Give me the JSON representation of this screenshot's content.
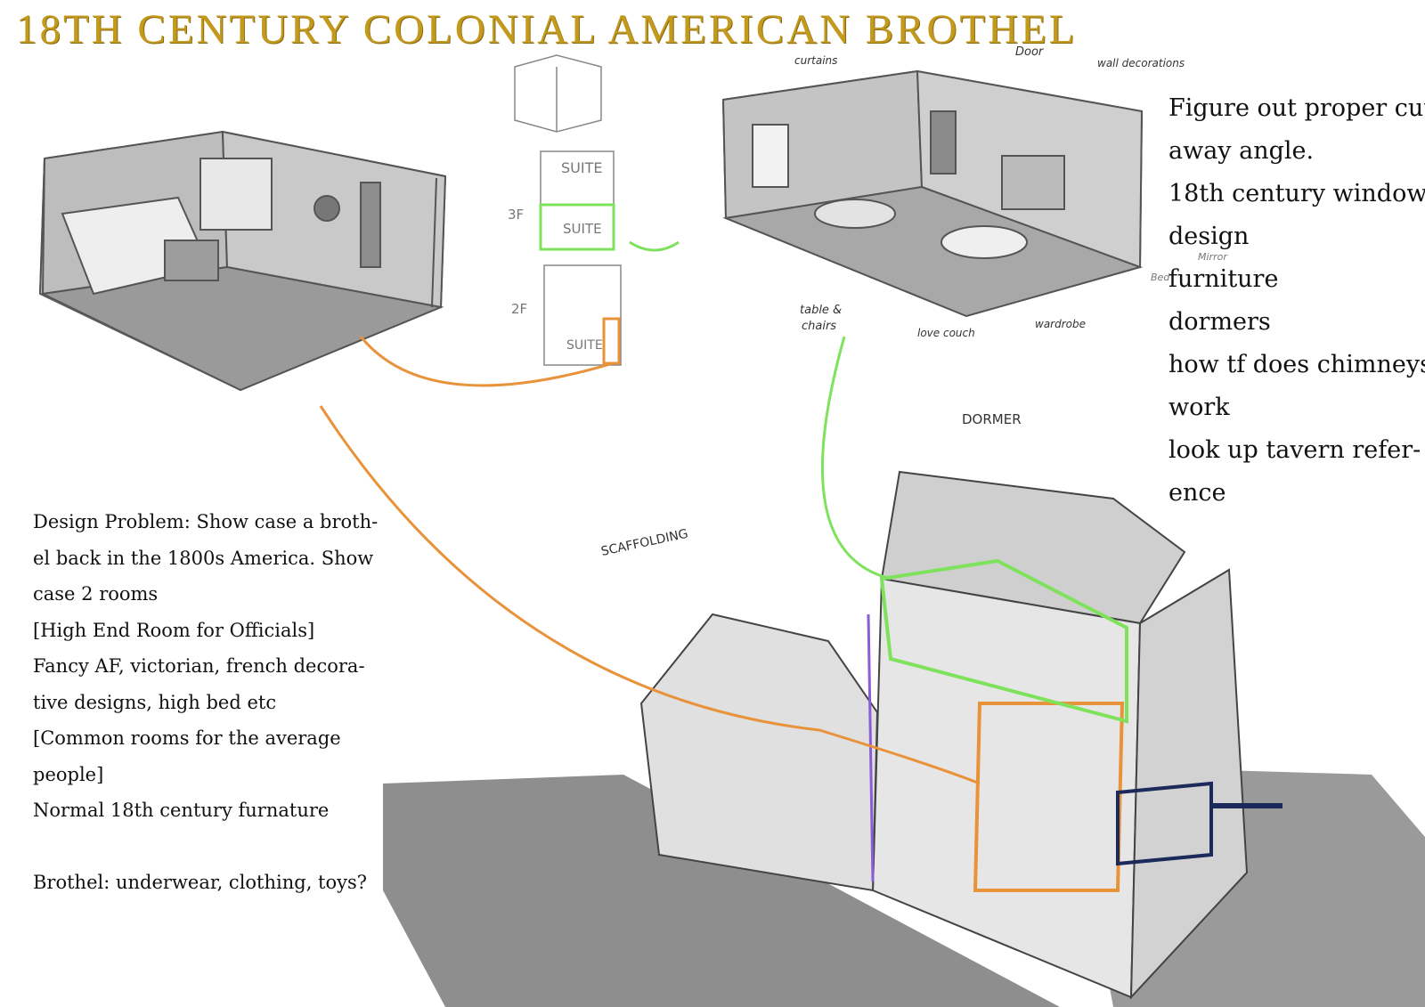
{
  "title": "18TH CENTURY COLONIAL AMERICAN BROTHEL",
  "notes_right": [
    "Figure out proper cut-",
    "away angle.",
    "18th century window",
    "design",
    "furniture",
    "dormers",
    "how tf does chimneys",
    "work",
    "look up tavern refer-",
    "ence"
  ],
  "notes_left": [
    "Design Problem: Show case a broth-",
    "el back in the 1800s America. Show",
    "case 2 rooms",
    "[High End Room for Officials]",
    "Fancy AF, victorian, french decora-",
    "tive designs, high bed etc",
    "[Common rooms for the average",
    "people]",
    "Normal 18th century furnature",
    "",
    "Brothel: underwear, clothing, toys?"
  ],
  "sketch_labels": {
    "suite_3f_top": "SUITE",
    "suite_3f": "SUITE",
    "suite_2f": "SUITE",
    "floor_3f": "3F",
    "floor_2f": "2F",
    "curtains": "curtains",
    "door": "Door",
    "wall_decorations": "wall decorations",
    "mirror": "Mirror",
    "bed": "Bed",
    "table_chairs_1": "table &",
    "table_chairs_2": "chairs",
    "love_couch": "love couch",
    "wardrobe": "wardrobe",
    "dormer": "DORMER",
    "scaffolding": "SCAFFOLDING"
  },
  "colors": {
    "title_gold": "#c49a1c",
    "accent_orange": "#e8923a",
    "accent_green": "#7ee25c",
    "accent_navy": "#1b2a5a",
    "accent_purple": "#8a5cd6",
    "sketch_gray": "#8a8a8a"
  }
}
